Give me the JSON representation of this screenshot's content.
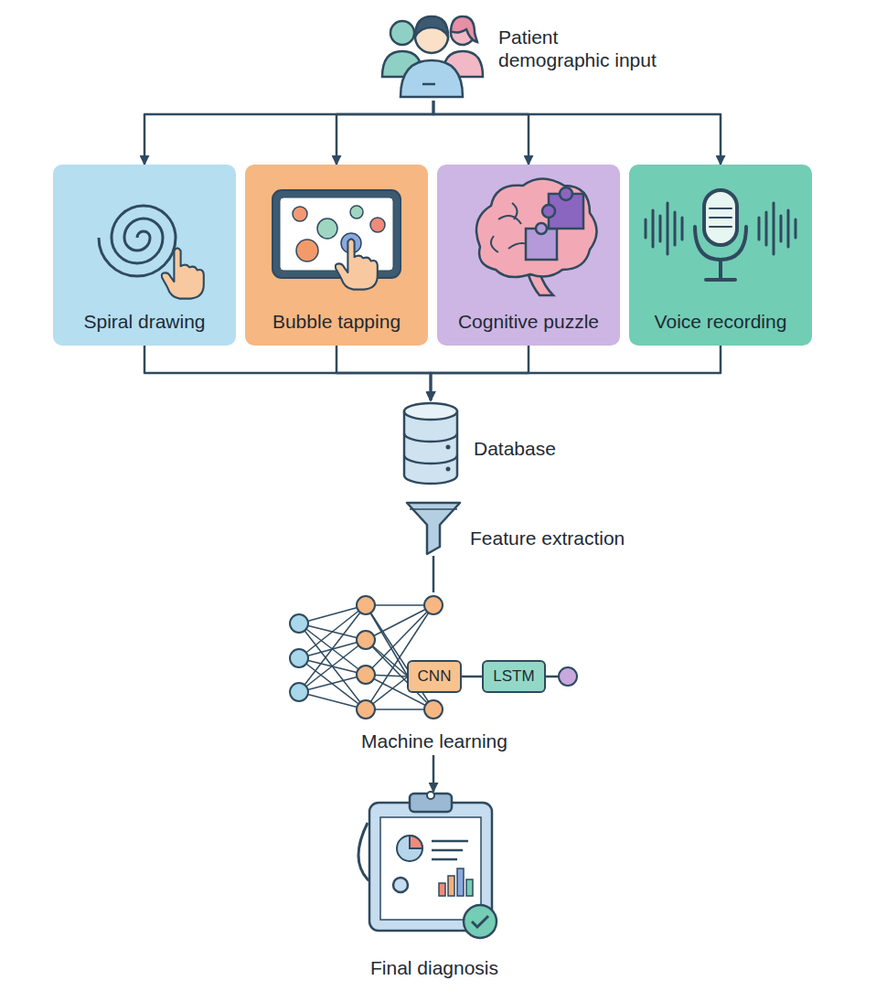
{
  "diagram": {
    "nodes": [
      {
        "text": [
          "Patient demographic input"
        ]
      },
      {
        "text": [
          "Spiral drawing"
        ]
      },
      {
        "text": [
          "Bubble tapping"
        ]
      },
      {
        "text": [
          "Cognitive puzzle"
        ]
      },
      {
        "text": [
          "Voice recording"
        ]
      },
      {
        "text": [
          "Database"
        ]
      },
      {
        "text": [
          "Feature extraction"
        ]
      },
      {
        "text": [
          "Machine learning"
        ]
      },
      {
        "text": [
          "CNN"
        ],
        "in": 7
      },
      {
        "text": [
          "LSTM"
        ],
        "in": 7
      },
      {
        "text": [
          "Final diagnosis"
        ]
      }
    ],
    "edges": [
      {
        "from": 0,
        "to": 1,
        "arrow": "to"
      },
      {
        "from": 0,
        "to": 2,
        "arrow": "to"
      },
      {
        "from": 0,
        "to": 3,
        "arrow": "to"
      },
      {
        "from": 0,
        "to": 4,
        "arrow": "to"
      },
      {
        "from": 1,
        "to": 5,
        "arrow": "to"
      },
      {
        "from": 2,
        "to": 5,
        "arrow": "to"
      },
      {
        "from": 3,
        "to": 5,
        "arrow": "to"
      },
      {
        "from": 4,
        "to": 5,
        "arrow": "to"
      },
      {
        "from": 6,
        "to": 7,
        "arrow": "none"
      },
      {
        "from": 8,
        "to": 9,
        "arrow": "none"
      },
      {
        "from": 7,
        "to": 10,
        "arrow": "to"
      }
    ]
  }
}
